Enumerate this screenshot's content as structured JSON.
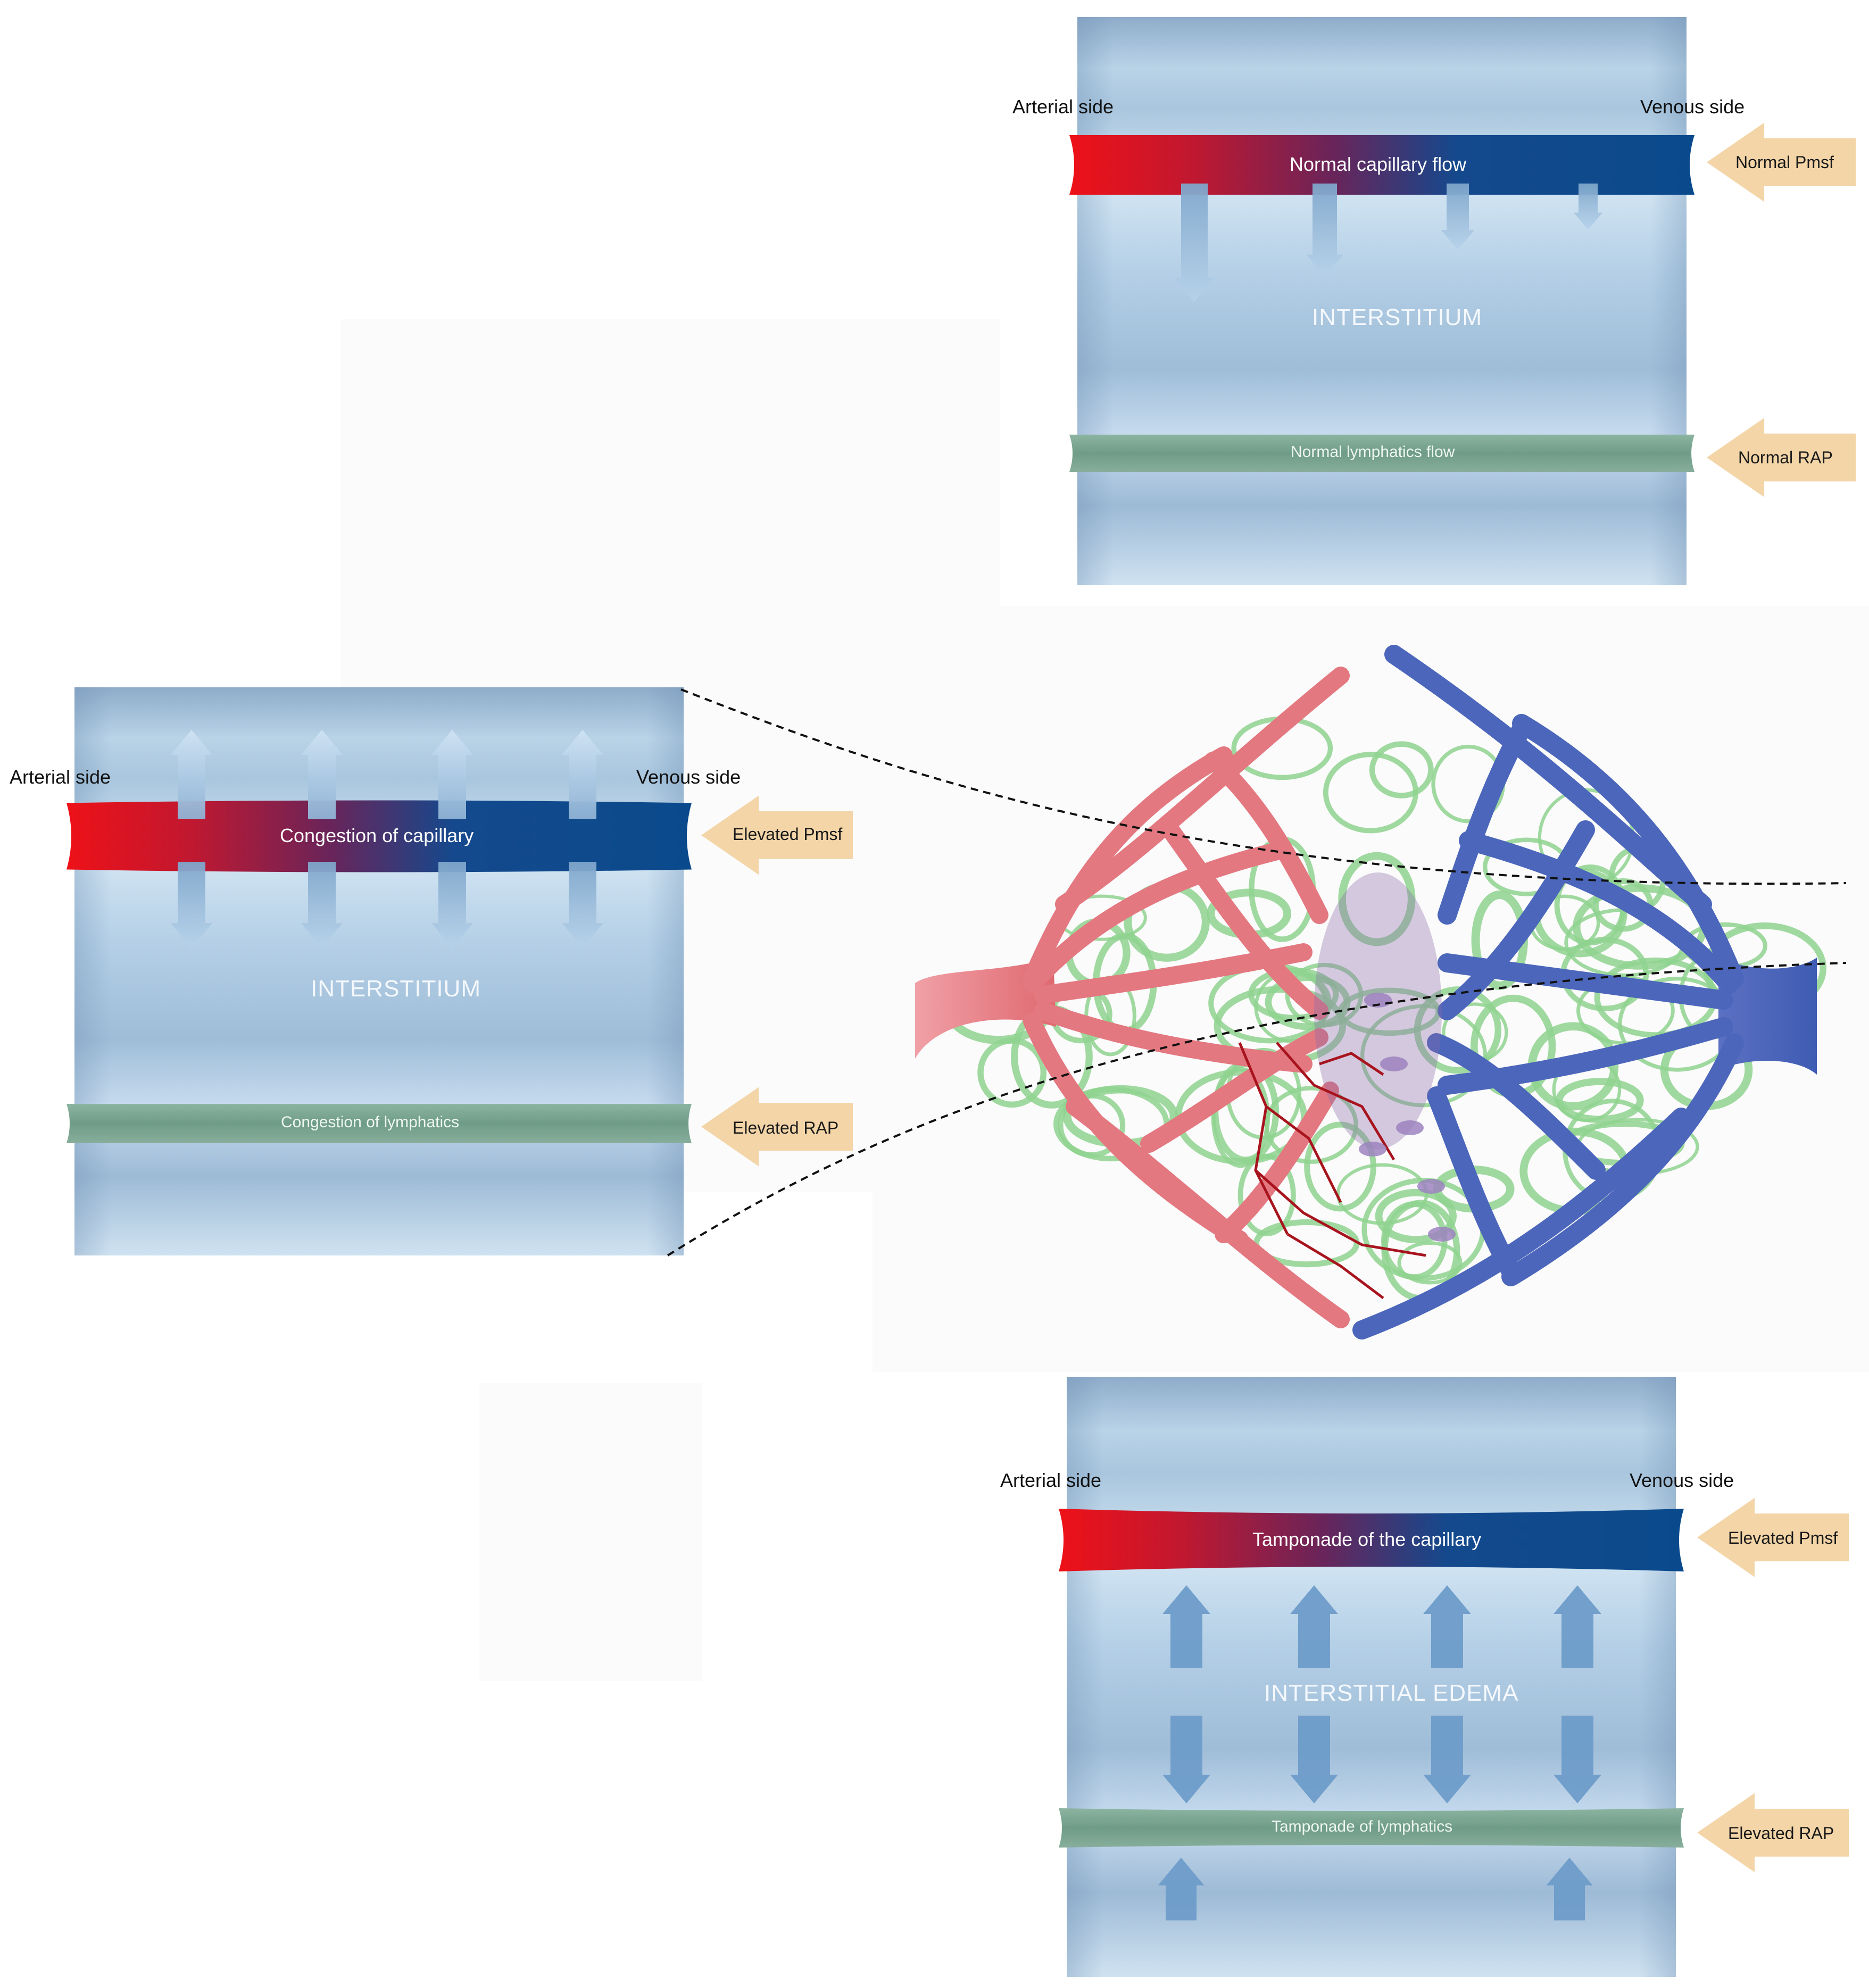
{
  "panels": {
    "normal": {
      "arterial_label": "Arterial side",
      "venous_label": "Venous side",
      "capillary_label": "Normal capillary flow",
      "zone_label": "INTERSTITIUM",
      "lymphatic_label": "Normal lymphatics flow",
      "pressure_top": "Normal Pmsf",
      "pressure_bottom": "Normal RAP"
    },
    "congestion": {
      "arterial_label": "Arterial side",
      "venous_label": "Venous side",
      "capillary_label": "Congestion of capillary",
      "zone_label": "INTERSTITIUM",
      "lymphatic_label": "Congestion of lymphatics",
      "pressure_top": "Elevated Pmsf",
      "pressure_bottom": "Elevated RAP"
    },
    "tamponade": {
      "arterial_label": "Arterial side",
      "venous_label": "Venous side",
      "capillary_label": "Tamponade of the capillary",
      "zone_label": "INTERSTITIAL EDEMA",
      "lymphatic_label": "Tamponade of lymphatics",
      "pressure_top": "Elevated Pmsf",
      "pressure_bottom": "Elevated RAP"
    }
  },
  "colors": {
    "arterial": "#e8101a",
    "venous": "#0a4a8c",
    "lymphatic": "#79a592",
    "panel_dark": "#8daccc",
    "panel_light": "#cfe3f2",
    "pressure_arrow": "#f3d5a8",
    "network_arterial": "#e07a80",
    "network_venous": "#4a62b8",
    "network_lymph": "#8fd08f"
  }
}
